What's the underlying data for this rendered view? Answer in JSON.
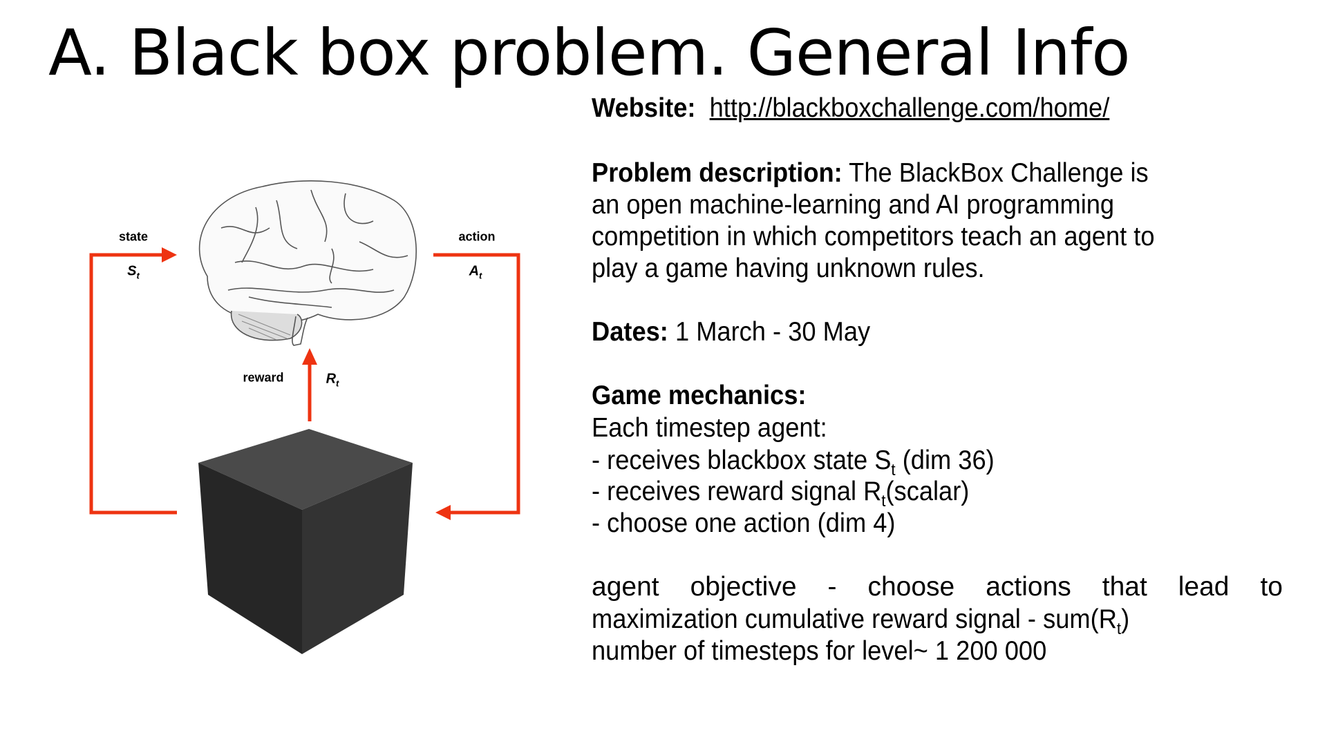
{
  "title": "A. Black box problem. General Info",
  "website": {
    "label": "Website:",
    "url": "http://blackboxchallenge.com/home/"
  },
  "problem": {
    "label": "Problem description:",
    "lines": [
      " The BlackBox Challenge is",
      "an open machine-learning and AI programming",
      "competition in which competitors teach an agent to",
      "play a game having unknown rules."
    ]
  },
  "dates": {
    "label": "Dates:",
    "value": " 1 March - 30 May"
  },
  "mechanics": {
    "label": "Game mechanics:",
    "intro": "Each timestep agent:",
    "item1_pre": "- receives blackbox state S",
    "item1_sub": "t",
    "item1_post": " (dim 36)",
    "item2_pre": "- receives reward signal R",
    "item2_sub": "t",
    "item2_post": "(scalar)",
    "item3": "- choose one action (dim 4)"
  },
  "objective": {
    "words": [
      "agent",
      "objective",
      "-",
      " choose",
      "actions",
      "that",
      "lead",
      "to"
    ],
    "line2_pre": "maximization cumulative reward signal - sum(R",
    "line2_sub": "t",
    "line2_post": ")",
    "line3": "number of timesteps for level~ 1 200 000"
  },
  "diagram": {
    "state": "state",
    "s": "S",
    "action": "action",
    "a": "A",
    "reward": "reward",
    "r": "R",
    "sub": "t",
    "arrow_color": "#ee3311"
  }
}
